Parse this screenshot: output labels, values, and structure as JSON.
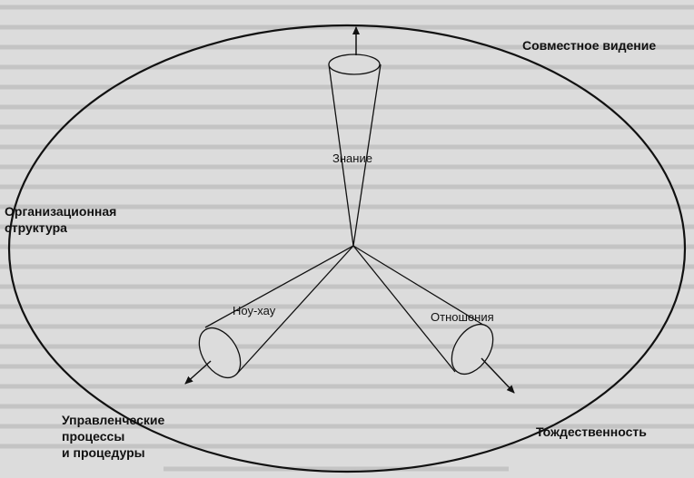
{
  "diagram": {
    "outer_labels": {
      "top_right": "Совместное видение",
      "left": [
        "Организационная",
        "структура"
      ],
      "bottom_left": [
        "Управленческие",
        "процессы",
        "и процедуры"
      ],
      "bottom_right": "Тождественность"
    },
    "cone_labels": {
      "top": "Знание",
      "left": "Ноу-хау",
      "right": "Отношения"
    }
  }
}
